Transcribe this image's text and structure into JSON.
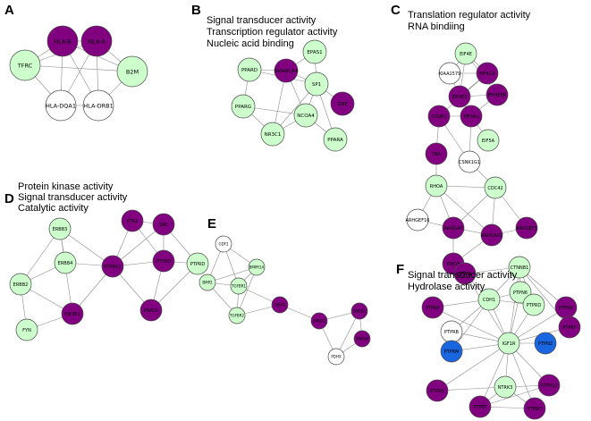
{
  "colors": {
    "light_green": "#ccffcc",
    "purple": "#800080",
    "white": "#ffffff",
    "blue": "#1a66e0"
  },
  "panels": [
    {
      "id": "A",
      "label": "A",
      "descriptions": [],
      "nodes": [
        {
          "id": "hlab",
          "label": "HLA-B",
          "color": "purple"
        },
        {
          "id": "hlaa",
          "label": "HLA-A",
          "color": "purple"
        },
        {
          "id": "tfrc",
          "label": "TFRC",
          "color": "light_green"
        },
        {
          "id": "b2m",
          "label": "B2M",
          "color": "light_green"
        },
        {
          "id": "dqa1",
          "label": "HLA-DQA1",
          "color": "white"
        },
        {
          "id": "drb1",
          "label": "HLA-DRB1",
          "color": "white"
        }
      ],
      "edges": [
        [
          "hlab",
          "hlaa"
        ],
        [
          "hlab",
          "tfrc"
        ],
        [
          "hlab",
          "b2m"
        ],
        [
          "hlab",
          "dqa1"
        ],
        [
          "hlab",
          "drb1"
        ],
        [
          "hlaa",
          "tfrc"
        ],
        [
          "hlaa",
          "b2m"
        ],
        [
          "hlaa",
          "dqa1"
        ],
        [
          "hlaa",
          "drb1"
        ],
        [
          "tfrc",
          "dqa1"
        ],
        [
          "tfrc",
          "b2m"
        ],
        [
          "b2m",
          "drb1"
        ],
        [
          "dqa1",
          "drb1"
        ]
      ]
    },
    {
      "id": "B",
      "label": "B",
      "descriptions": [
        "Signal transducer activity",
        "Transcription regulator activity",
        "Nucleic acid binding"
      ],
      "nodes": [
        {
          "id": "epas1",
          "label": "EPAS1",
          "color": "light_green"
        },
        {
          "id": "ppard",
          "label": "PPARD",
          "color": "light_green"
        },
        {
          "id": "smarca4",
          "label": "SMARCA4",
          "color": "purple"
        },
        {
          "id": "sp1",
          "label": "SP1",
          "color": "light_green"
        },
        {
          "id": "ppargb",
          "label": "PPARG",
          "color": "light_green"
        },
        {
          "id": "ncoa4",
          "label": "NCOA4",
          "color": "light_green"
        },
        {
          "id": "zbtb",
          "label": "ZNF",
          "color": "purple"
        },
        {
          "id": "nr3c1",
          "label": "NR3C1",
          "color": "light_green"
        },
        {
          "id": "ppara",
          "label": "PPARA",
          "color": "light_green"
        }
      ],
      "edges": [
        [
          "epas1",
          "sp1"
        ],
        [
          "epas1",
          "smarca4"
        ],
        [
          "ppard",
          "smarca4"
        ],
        [
          "ppard",
          "sp1"
        ],
        [
          "ppard",
          "ppargb"
        ],
        [
          "smarca4",
          "sp1"
        ],
        [
          "smarca4",
          "ncoa4"
        ],
        [
          "smarca4",
          "nr3c1"
        ],
        [
          "sp1",
          "ncoa4"
        ],
        [
          "sp1",
          "zbtb"
        ],
        [
          "sp1",
          "ppara"
        ],
        [
          "sp1",
          "nr3c1"
        ],
        [
          "ppargb",
          "ncoa4"
        ],
        [
          "ppargb",
          "nr3c1"
        ],
        [
          "ncoa4",
          "nr3c1"
        ],
        [
          "ncoa4",
          "ppara"
        ]
      ]
    },
    {
      "id": "C",
      "label": "C",
      "descriptions": [
        "Translation regulator activity",
        "RNA bindiing"
      ],
      "nodes": [
        {
          "id": "eif4e",
          "label": "EIF4E",
          "color": "light_green"
        },
        {
          "id": "kiaa",
          "label": "KIAA1579",
          "color": "white"
        },
        {
          "id": "c1",
          "label": "EIF4G1",
          "color": "purple"
        },
        {
          "id": "c2",
          "label": "EIF4E2",
          "color": "purple"
        },
        {
          "id": "c3",
          "label": "EIF4EBP",
          "color": "purple"
        },
        {
          "id": "c4",
          "label": "CCNB1",
          "color": "purple"
        },
        {
          "id": "c5",
          "label": "EIF4A2",
          "color": "purple"
        },
        {
          "id": "eif5a",
          "label": "EIF5A",
          "color": "light_green"
        },
        {
          "id": "c6",
          "label": "TRA",
          "color": "purple"
        },
        {
          "id": "csnk",
          "label": "CSNK1G1",
          "color": "white"
        },
        {
          "id": "rhoa",
          "label": "RHOA",
          "color": "light_green"
        },
        {
          "id": "cdc42",
          "label": "CDC42",
          "color": "light_green"
        },
        {
          "id": "arh",
          "label": "ARHGEF16",
          "color": "white"
        },
        {
          "id": "c7",
          "label": "ARHGAP",
          "color": "purple"
        },
        {
          "id": "c8",
          "label": "ARHGAP2",
          "color": "purple"
        },
        {
          "id": "c9",
          "label": "ARHGEF1",
          "color": "purple"
        },
        {
          "id": "c10",
          "label": "RND3",
          "color": "purple"
        }
      ],
      "edges": [
        [
          "eif4e",
          "kiaa"
        ],
        [
          "eif4e",
          "c2"
        ],
        [
          "eif4e",
          "c3"
        ],
        [
          "eif4e",
          "c1"
        ],
        [
          "kiaa",
          "c1"
        ],
        [
          "kiaa",
          "c2"
        ],
        [
          "c1",
          "c2"
        ],
        [
          "c1",
          "c4"
        ],
        [
          "c2",
          "c5"
        ],
        [
          "c2",
          "c3"
        ],
        [
          "c3",
          "c5"
        ],
        [
          "c4",
          "c5"
        ],
        [
          "c5",
          "eif5a"
        ],
        [
          "c4",
          "c6"
        ],
        [
          "c4",
          "csnk"
        ],
        [
          "c5",
          "csnk"
        ],
        [
          "c6",
          "rhoa"
        ],
        [
          "csnk",
          "cdc42"
        ],
        [
          "rhoa",
          "cdc42"
        ],
        [
          "rhoa",
          "arh"
        ],
        [
          "rhoa",
          "c7"
        ],
        [
          "rhoa",
          "c8"
        ],
        [
          "cdc42",
          "c7"
        ],
        [
          "cdc42",
          "c8"
        ],
        [
          "cdc42",
          "c9"
        ],
        [
          "arh",
          "c7"
        ],
        [
          "c7",
          "c8"
        ],
        [
          "c8",
          "c9"
        ],
        [
          "c7",
          "c10"
        ],
        [
          "c8",
          "c10"
        ]
      ]
    },
    {
      "id": "D",
      "label": "D",
      "descriptions": [
        "Protein kinase activity",
        "Signal transducer activity",
        "Catalytic activity"
      ],
      "nodes": [
        {
          "id": "erbb3",
          "label": "ERBB3",
          "color": "light_green"
        },
        {
          "id": "erbb4",
          "label": "ERBB4",
          "color": "light_green"
        },
        {
          "id": "erbb2",
          "label": "ERBB2",
          "color": "light_green"
        },
        {
          "id": "fyn",
          "label": "FYN",
          "color": "light_green"
        },
        {
          "id": "d1",
          "label": "PIK3R1",
          "color": "purple"
        },
        {
          "id": "d2",
          "label": "PTPN11",
          "color": "purple"
        },
        {
          "id": "d3",
          "label": "PTK2",
          "color": "purple"
        },
        {
          "id": "d4",
          "label": "SRC",
          "color": "purple"
        },
        {
          "id": "d5",
          "label": "PTPRD",
          "color": "purple"
        },
        {
          "id": "ptprd",
          "label": "PTPRD",
          "color": "light_green"
        },
        {
          "id": "d6",
          "label": "PRKCA",
          "color": "purple"
        }
      ],
      "edges": [
        [
          "erbb3",
          "erbb4"
        ],
        [
          "erbb3",
          "erbb2"
        ],
        [
          "erbb3",
          "d2"
        ],
        [
          "erbb4",
          "erbb2"
        ],
        [
          "erbb4",
          "d2"
        ],
        [
          "erbb2",
          "fyn"
        ],
        [
          "erbb2",
          "d1"
        ],
        [
          "fyn",
          "d1"
        ],
        [
          "d1",
          "d2"
        ],
        [
          "d2",
          "d3"
        ],
        [
          "d2",
          "d4"
        ],
        [
          "d2",
          "d5"
        ],
        [
          "d2",
          "d6"
        ],
        [
          "d3",
          "d4"
        ],
        [
          "d3",
          "d5"
        ],
        [
          "d4",
          "d5"
        ],
        [
          "d4",
          "ptprd"
        ],
        [
          "d5",
          "ptprd"
        ],
        [
          "d5",
          "d6"
        ],
        [
          "ptprd",
          "d6"
        ],
        [
          "erbb3",
          "d1"
        ]
      ]
    },
    {
      "id": "E",
      "label": "E",
      "descriptions": [],
      "nodes": [
        {
          "id": "gdf2",
          "label": "GDF2",
          "color": "white"
        },
        {
          "id": "bmpr1a",
          "label": "BMPR1A",
          "color": "light_green"
        },
        {
          "id": "bmp2",
          "label": "BMP2",
          "color": "light_green"
        },
        {
          "id": "tgfbr1",
          "label": "TGFBR1",
          "color": "light_green"
        },
        {
          "id": "tgfbr2",
          "label": "TGFBR2",
          "color": "light_green"
        },
        {
          "id": "e1",
          "label": "SMAD",
          "color": "purple"
        },
        {
          "id": "e2",
          "label": "SMAD2",
          "color": "purple"
        },
        {
          "id": "e3",
          "label": "SMAD3",
          "color": "purple"
        },
        {
          "id": "e4",
          "label": "SMAD4",
          "color": "purple"
        },
        {
          "id": "pdhx",
          "label": "PDHX",
          "color": "white"
        }
      ],
      "edges": [
        [
          "gdf2",
          "bmpr1a"
        ],
        [
          "gdf2",
          "bmp2"
        ],
        [
          "gdf2",
          "tgfbr1"
        ],
        [
          "bmpr1a",
          "bmp2"
        ],
        [
          "bmpr1a",
          "tgfbr1"
        ],
        [
          "bmpr1a",
          "tgfbr2"
        ],
        [
          "bmp2",
          "tgfbr1"
        ],
        [
          "bmp2",
          "tgfbr2"
        ],
        [
          "tgfbr1",
          "tgfbr2"
        ],
        [
          "tgfbr1",
          "e1"
        ],
        [
          "tgfbr2",
          "e1"
        ],
        [
          "e1",
          "e2"
        ],
        [
          "e2",
          "e3"
        ],
        [
          "e2",
          "pdhx"
        ],
        [
          "e3",
          "e4"
        ],
        [
          "e3",
          "pdhx"
        ],
        [
          "e4",
          "pdhx"
        ]
      ]
    },
    {
      "id": "F",
      "label": "F",
      "descriptions": [
        "Signal transducer activity",
        "Hydrolase activity"
      ],
      "nodes": [
        {
          "id": "f1",
          "label": "PTPN1",
          "color": "purple"
        },
        {
          "id": "ctnnb1",
          "label": "CTNNB1",
          "color": "light_green"
        },
        {
          "id": "f2",
          "label": "PTPRK",
          "color": "purple"
        },
        {
          "id": "cdh1",
          "label": "CDH1",
          "color": "light_green"
        },
        {
          "id": "ptpn6",
          "label": "PTPN6",
          "color": "light_green"
        },
        {
          "id": "ptprd2",
          "label": "PTPRD",
          "color": "light_green"
        },
        {
          "id": "f3",
          "label": "PTPN2",
          "color": "purple"
        },
        {
          "id": "f4",
          "label": "PTPRF",
          "color": "purple"
        },
        {
          "id": "ptprb",
          "label": "PTPRB",
          "color": "white"
        },
        {
          "id": "igf1r",
          "label": "IGF1R",
          "color": "light_green"
        },
        {
          "id": "fb1",
          "label": "PTPRM",
          "color": "blue"
        },
        {
          "id": "fb2",
          "label": "PTPN2",
          "color": "blue"
        },
        {
          "id": "ntrk3",
          "label": "NTRK3",
          "color": "light_green"
        },
        {
          "id": "f5",
          "label": "PTPRS",
          "color": "purple"
        },
        {
          "id": "f6",
          "label": "PTPN12",
          "color": "purple"
        },
        {
          "id": "f7",
          "label": "PTPRT",
          "color": "purple"
        },
        {
          "id": "f8",
          "label": "PTPRO",
          "color": "purple"
        }
      ],
      "edges": [
        [
          "f1",
          "ctnnb1"
        ],
        [
          "f1",
          "cdh1"
        ],
        [
          "f1",
          "igf1r"
        ],
        [
          "ctnnb1",
          "cdh1"
        ],
        [
          "ctnnb1",
          "ptpn6"
        ],
        [
          "ctnnb1",
          "ptprd2"
        ],
        [
          "ctnnb1",
          "f3"
        ],
        [
          "ctnnb1",
          "igf1r"
        ],
        [
          "ctnnb1",
          "f4"
        ],
        [
          "f2",
          "cdh1"
        ],
        [
          "f2",
          "igf1r"
        ],
        [
          "cdh1",
          "ptpn6"
        ],
        [
          "cdh1",
          "ptprd2"
        ],
        [
          "cdh1",
          "igf1r"
        ],
        [
          "cdh1",
          "ptprb"
        ],
        [
          "cdh1",
          "fb1"
        ],
        [
          "ptpn6",
          "igf1r"
        ],
        [
          "ptprd2",
          "igf1r"
        ],
        [
          "f3",
          "igf1r"
        ],
        [
          "f4",
          "igf1r"
        ],
        [
          "ptprb",
          "igf1r"
        ],
        [
          "fb1",
          "igf1r"
        ],
        [
          "fb2",
          "igf1r"
        ],
        [
          "igf1r",
          "ntrk3"
        ],
        [
          "igf1r",
          "f5"
        ],
        [
          "igf1r",
          "f6"
        ],
        [
          "igf1r",
          "f7"
        ],
        [
          "igf1r",
          "f8"
        ],
        [
          "ntrk3",
          "f5"
        ],
        [
          "ntrk3",
          "f6"
        ],
        [
          "ntrk3",
          "f7"
        ],
        [
          "ntrk3",
          "f8"
        ],
        [
          "f6",
          "f7"
        ],
        [
          "f7",
          "f8"
        ]
      ]
    }
  ]
}
